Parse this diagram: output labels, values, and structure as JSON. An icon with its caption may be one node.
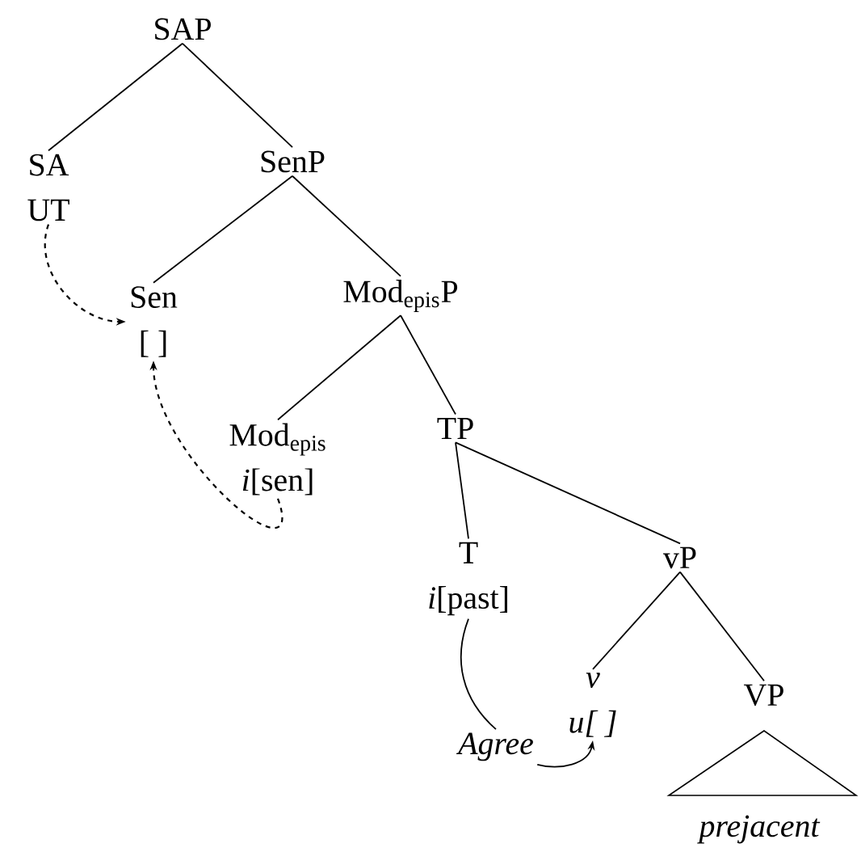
{
  "diagram": {
    "nodes": [
      {
        "text": [
          "SAP"
        ]
      },
      {
        "text": [
          "SA",
          "UT"
        ]
      },
      {
        "text": [
          "SenP"
        ]
      },
      {
        "text": [
          "Sen",
          "[ ]"
        ]
      },
      {
        "text": [
          "Mod$_{epis}$P"
        ]
      },
      {
        "text": [
          "Mod$_{epis}$",
          "*i*[sen]"
        ]
      },
      {
        "text": [
          "TP"
        ]
      },
      {
        "text": [
          "T",
          "*i*[past]"
        ]
      },
      {
        "text": [
          "vP"
        ]
      },
      {
        "text": [
          "v",
          "*u*[ ]"
        ]
      },
      {
        "text": [
          "VP"
        ]
      },
      {
        "text": [
          "prejacent"
        ]
      },
      {
        "text": [
          "Agree"
        ]
      }
    ],
    "edges": [
      {
        "from": 0,
        "to": 1,
        "arrow": "none"
      },
      {
        "from": 0,
        "to": 2,
        "arrow": "none"
      },
      {
        "from": 2,
        "to": 3,
        "arrow": "none"
      },
      {
        "from": 2,
        "to": 4,
        "arrow": "none"
      },
      {
        "from": 4,
        "to": 5,
        "arrow": "none"
      },
      {
        "from": 4,
        "to": 6,
        "arrow": "none"
      },
      {
        "from": 6,
        "to": 7,
        "arrow": "none"
      },
      {
        "from": 6,
        "to": 8,
        "arrow": "none"
      },
      {
        "from": 8,
        "to": 9,
        "arrow": "none"
      },
      {
        "from": 8,
        "to": 10,
        "arrow": "none"
      },
      {
        "from": 1,
        "to": 3,
        "arrow": "to",
        "style": "dashed"
      },
      {
        "from": 5,
        "to": 3,
        "arrow": "to",
        "style": "dashed"
      },
      {
        "from": 7,
        "to": 12,
        "arrow": "none"
      },
      {
        "from": 12,
        "to": 9,
        "arrow": "to"
      }
    ]
  }
}
